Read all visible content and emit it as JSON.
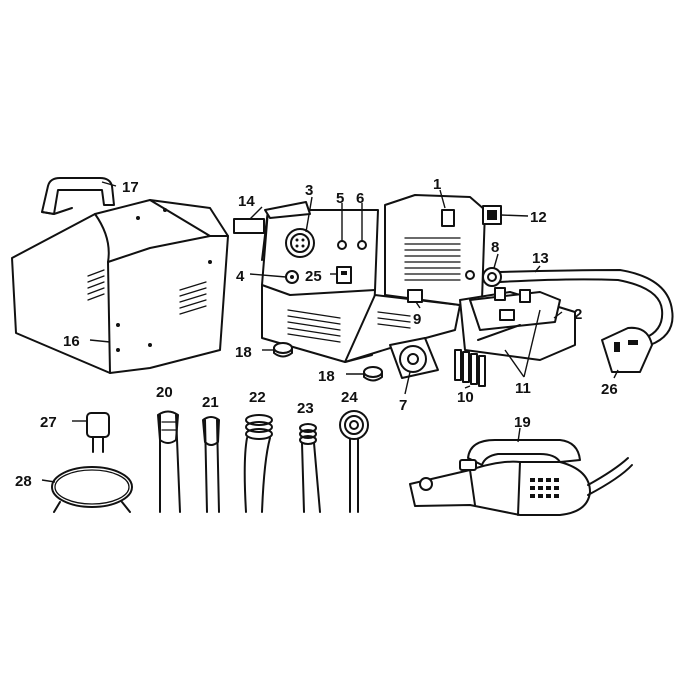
{
  "callouts": [
    {
      "id": "c1",
      "label": "1"
    },
    {
      "id": "c2",
      "label": "2"
    },
    {
      "id": "c3",
      "label": "3"
    },
    {
      "id": "c4",
      "label": "4"
    },
    {
      "id": "c5",
      "label": "5"
    },
    {
      "id": "c6",
      "label": "6"
    },
    {
      "id": "c7",
      "label": "7"
    },
    {
      "id": "c8",
      "label": "8"
    },
    {
      "id": "c9",
      "label": "9"
    },
    {
      "id": "c10",
      "label": "10"
    },
    {
      "id": "c11",
      "label": "11"
    },
    {
      "id": "c12",
      "label": "12"
    },
    {
      "id": "c13",
      "label": "13"
    },
    {
      "id": "c14",
      "label": "14"
    },
    {
      "id": "c16",
      "label": "16"
    },
    {
      "id": "c17",
      "label": "17"
    },
    {
      "id": "c18a",
      "label": "18"
    },
    {
      "id": "c18b",
      "label": "18"
    },
    {
      "id": "c19",
      "label": "19"
    },
    {
      "id": "c20",
      "label": "20"
    },
    {
      "id": "c21",
      "label": "21"
    },
    {
      "id": "c22",
      "label": "22"
    },
    {
      "id": "c23",
      "label": "23"
    },
    {
      "id": "c24",
      "label": "24"
    },
    {
      "id": "c25",
      "label": "25"
    },
    {
      "id": "c26",
      "label": "26"
    },
    {
      "id": "c27",
      "label": "27"
    },
    {
      "id": "c28",
      "label": "28"
    }
  ]
}
